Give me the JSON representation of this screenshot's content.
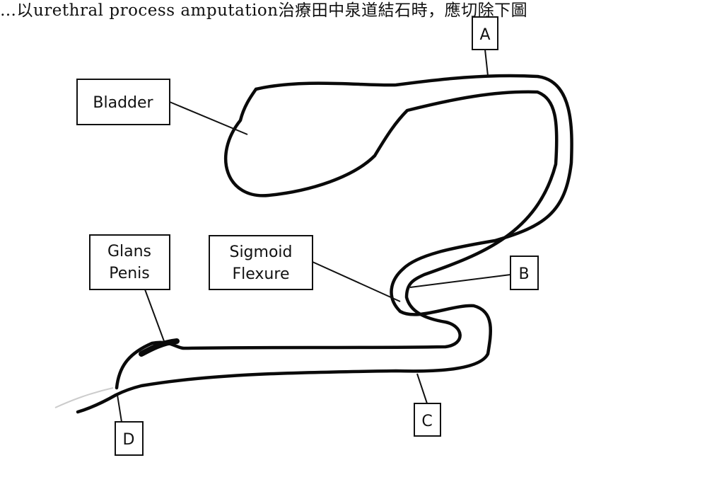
{
  "caption": {
    "text": "…以urethral process amputation治療田中泉道結石時，應切除下圖"
  },
  "labels": {
    "bladder": "Bladder",
    "glans_line1": "Glans",
    "glans_line2": "Penis",
    "sigmoid_line1": "Sigmoid",
    "sigmoid_line2": "Flexure",
    "point_a": "A",
    "point_b": "B",
    "point_c": "C",
    "point_d": "D"
  }
}
